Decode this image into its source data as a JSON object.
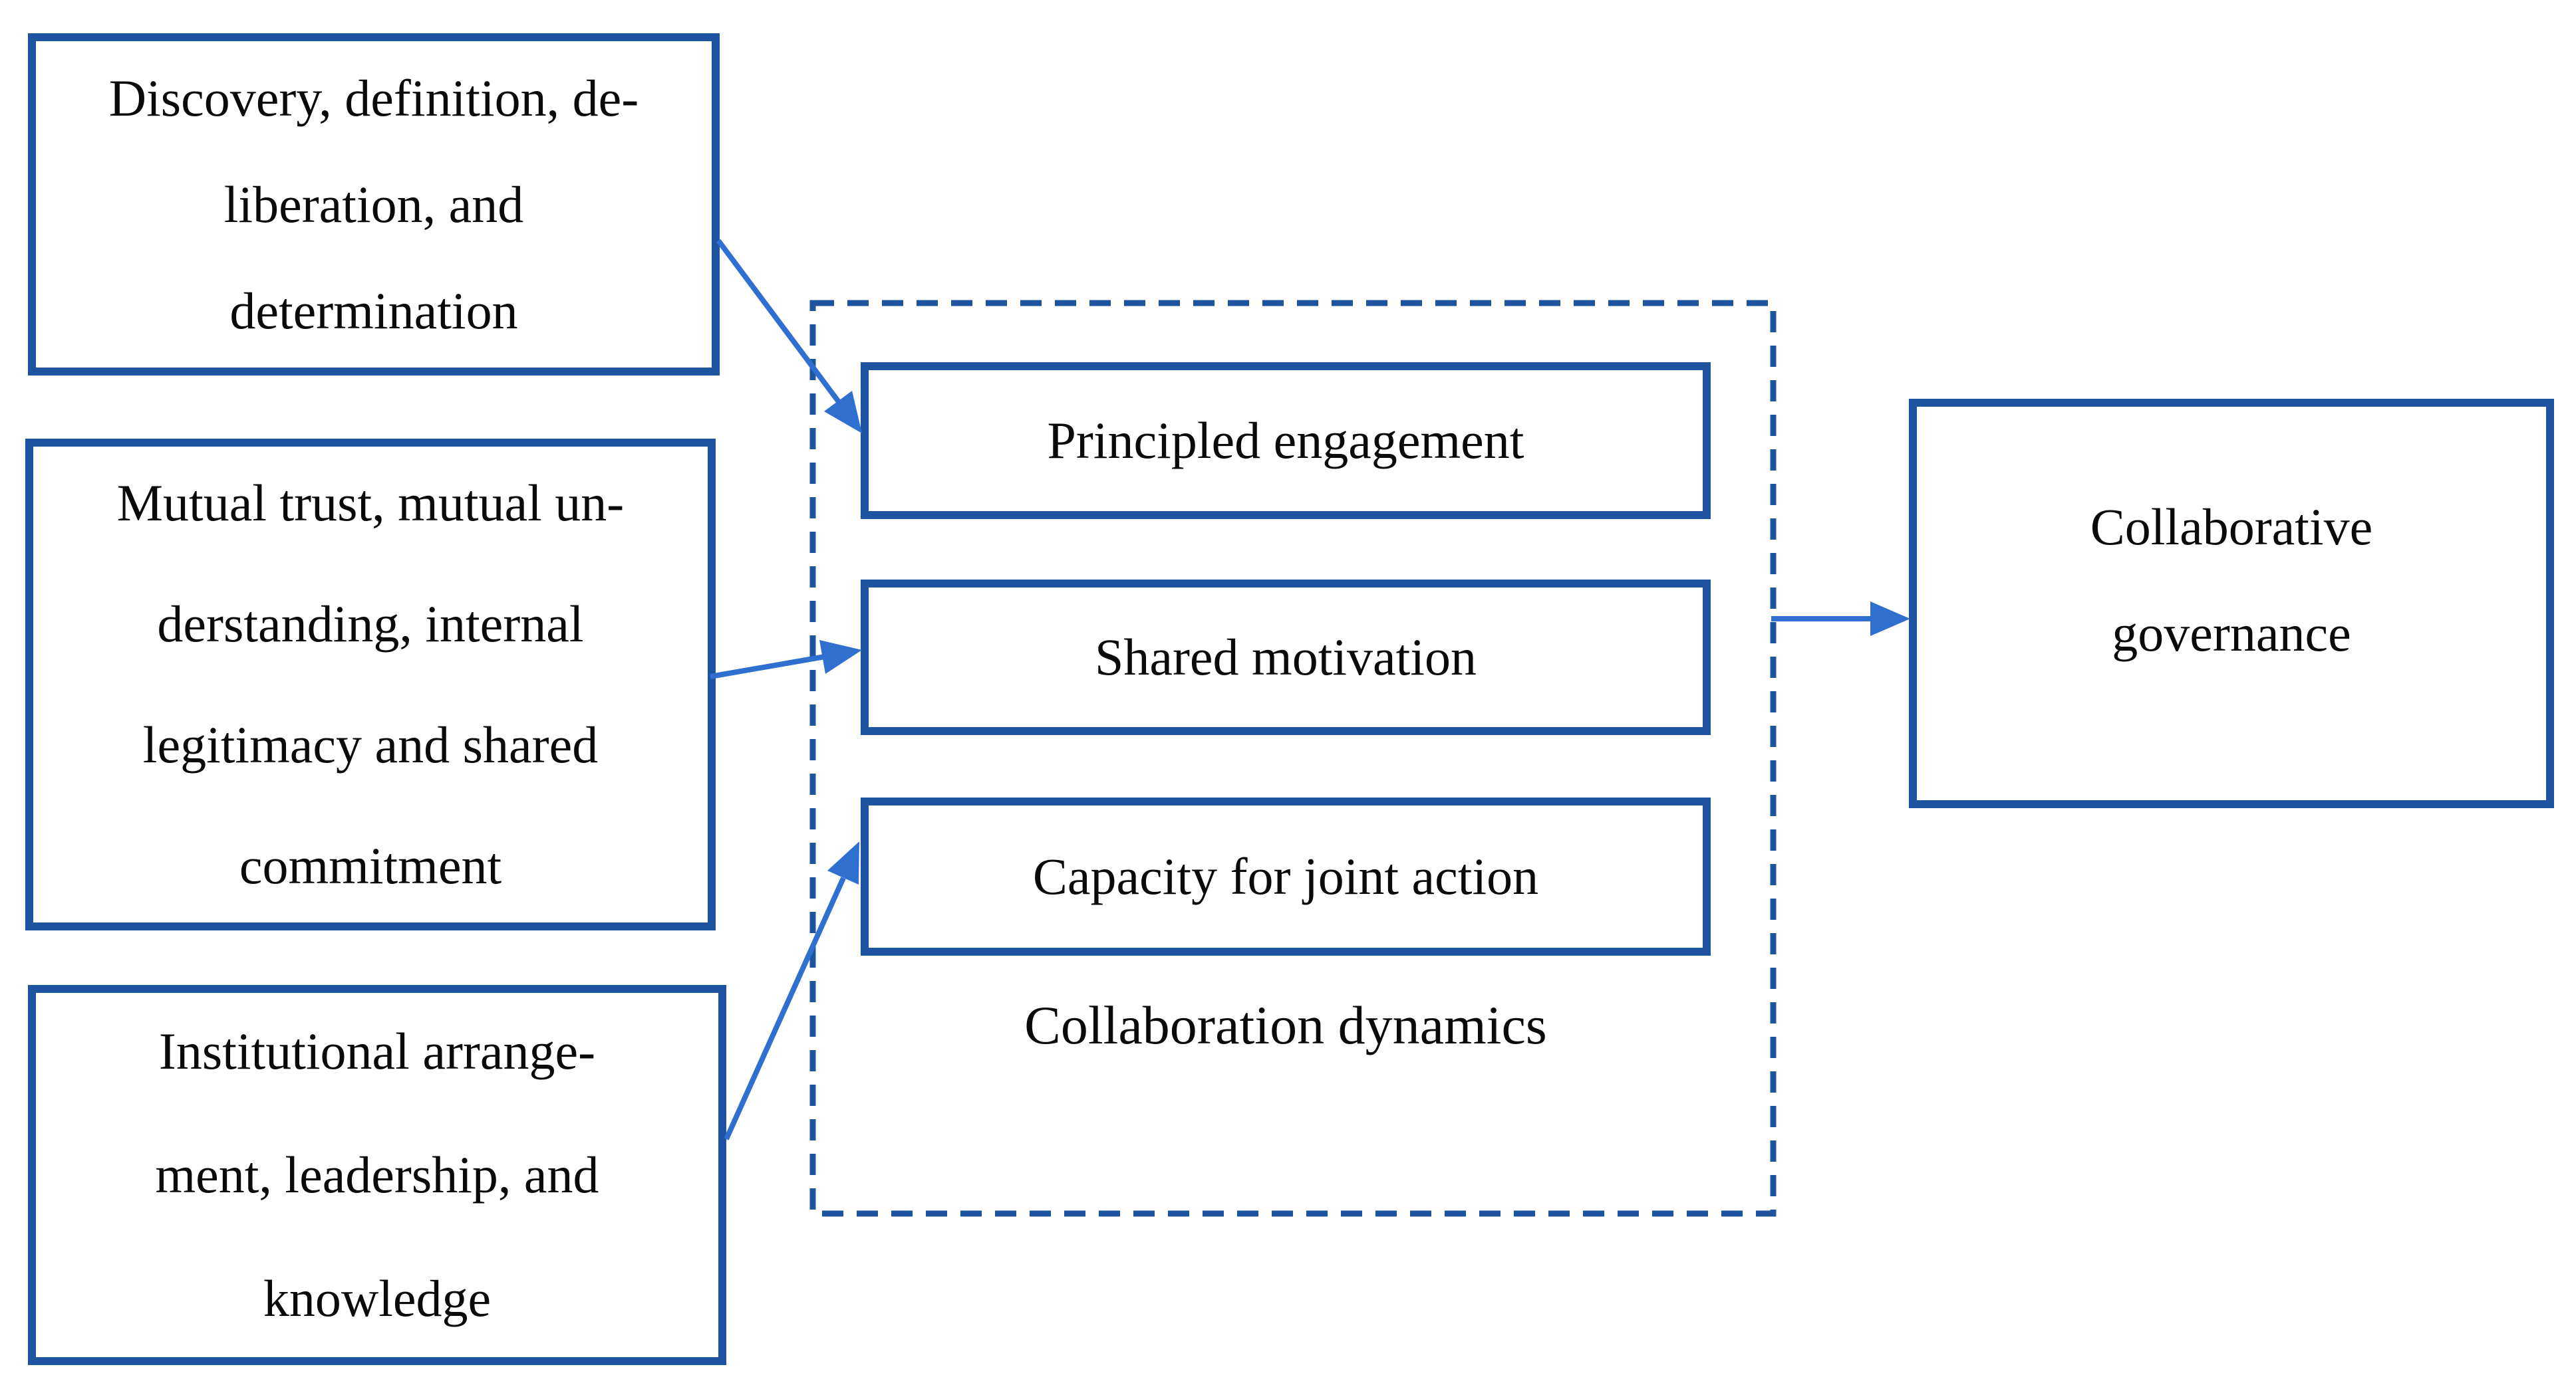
{
  "figure": {
    "type": "flow-diagram",
    "description": "Collaborative governance framework diagram"
  },
  "colors": {
    "box_border": "#1e549f",
    "arrow": "#2e6fd0",
    "text": "#0a0a0a",
    "bg": "#ffffff"
  },
  "left_boxes": [
    {
      "lines": [
        "Discovery, definition, de-",
        "liberation, and",
        "determination"
      ]
    },
    {
      "lines": [
        "Mutual trust, mutual un-",
        "derstanding, internal",
        "legitimacy and shared",
        "commitment"
      ]
    },
    {
      "lines": [
        "Institutional arrange-",
        "ment, leadership, and",
        "knowledge"
      ]
    }
  ],
  "dynamics_group": {
    "group_label": "Collaboration dynamics",
    "boxes": [
      {
        "label": "Principled engagement"
      },
      {
        "label": "Shared motivation"
      },
      {
        "label": "Capacity for joint action"
      }
    ]
  },
  "outcome_box": {
    "lines": [
      "Collaborative",
      "governance"
    ]
  },
  "arrows": [
    {
      "name": "arrow-discovery-to-principled-engagement"
    },
    {
      "name": "arrow-mutual-trust-to-shared-motivation"
    },
    {
      "name": "arrow-institutional-to-capacity"
    },
    {
      "name": "arrow-dynamics-to-collaborative-governance"
    }
  ]
}
